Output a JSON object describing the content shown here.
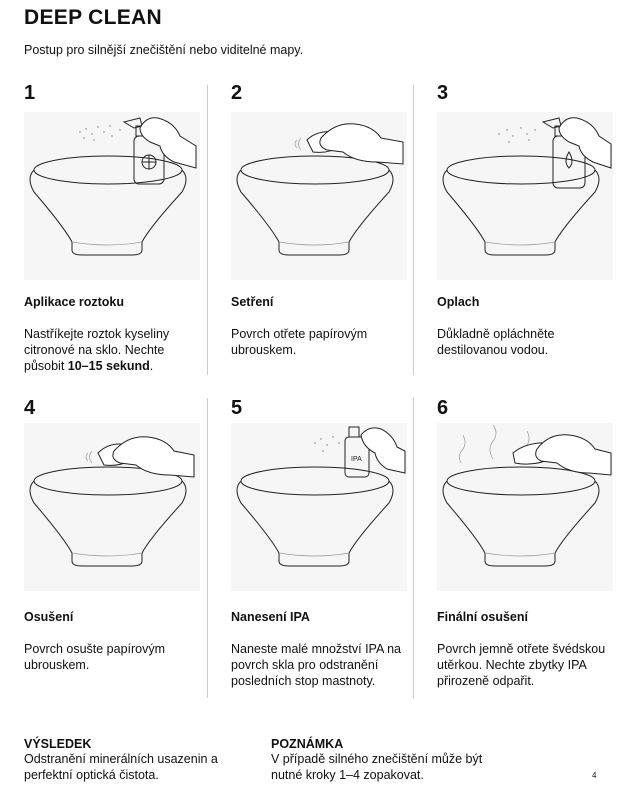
{
  "header": {
    "title": "DEEP CLEAN",
    "subtitle": "Postup pro silnější znečištění nebo viditelné mapy."
  },
  "steps": [
    {
      "number": "1",
      "title": "Aplikace roztoku",
      "desc_pre": "Nastříkejte roztok kyseliny citronové na sklo. Nechte působit ",
      "desc_bold": "10–15 sekund",
      "desc_post": "."
    },
    {
      "number": "2",
      "title": "Setření",
      "desc_pre": "Povrch otřete papírovým ubrouskem.",
      "desc_bold": "",
      "desc_post": ""
    },
    {
      "number": "3",
      "title": "Oplach",
      "desc_pre": "Důkladně opláchněte destilovanou vodou.",
      "desc_bold": "",
      "desc_post": ""
    },
    {
      "number": "4",
      "title": "Osušení",
      "desc_pre": "Povrch osušte papírovým ubrouskem.",
      "desc_bold": "",
      "desc_post": ""
    },
    {
      "number": "5",
      "title": "Nanesení IPA",
      "desc_pre": "Naneste malé množství IPA na povrch skla pro odstranění posledních stop mastnoty.",
      "desc_bold": "",
      "desc_post": ""
    },
    {
      "number": "6",
      "title": "Finální osušení",
      "desc_pre": "Povrch jemně otřete švédskou utěrkou. Nechte zbytky IPA přirozeně odpařit.",
      "desc_bold": "",
      "desc_post": ""
    }
  ],
  "illustration_labels": {
    "ipa_bottle": "IPA"
  },
  "footer": {
    "result_label": "VÝSLEDEK",
    "result_text": "Odstranění minerálních usazenin a perfektní optická čistota.",
    "note_label": "POZNÁMKA",
    "note_text": "V případě silného znečištění může být nutné kroky 1–4 zopakovat."
  },
  "page_number": "4"
}
